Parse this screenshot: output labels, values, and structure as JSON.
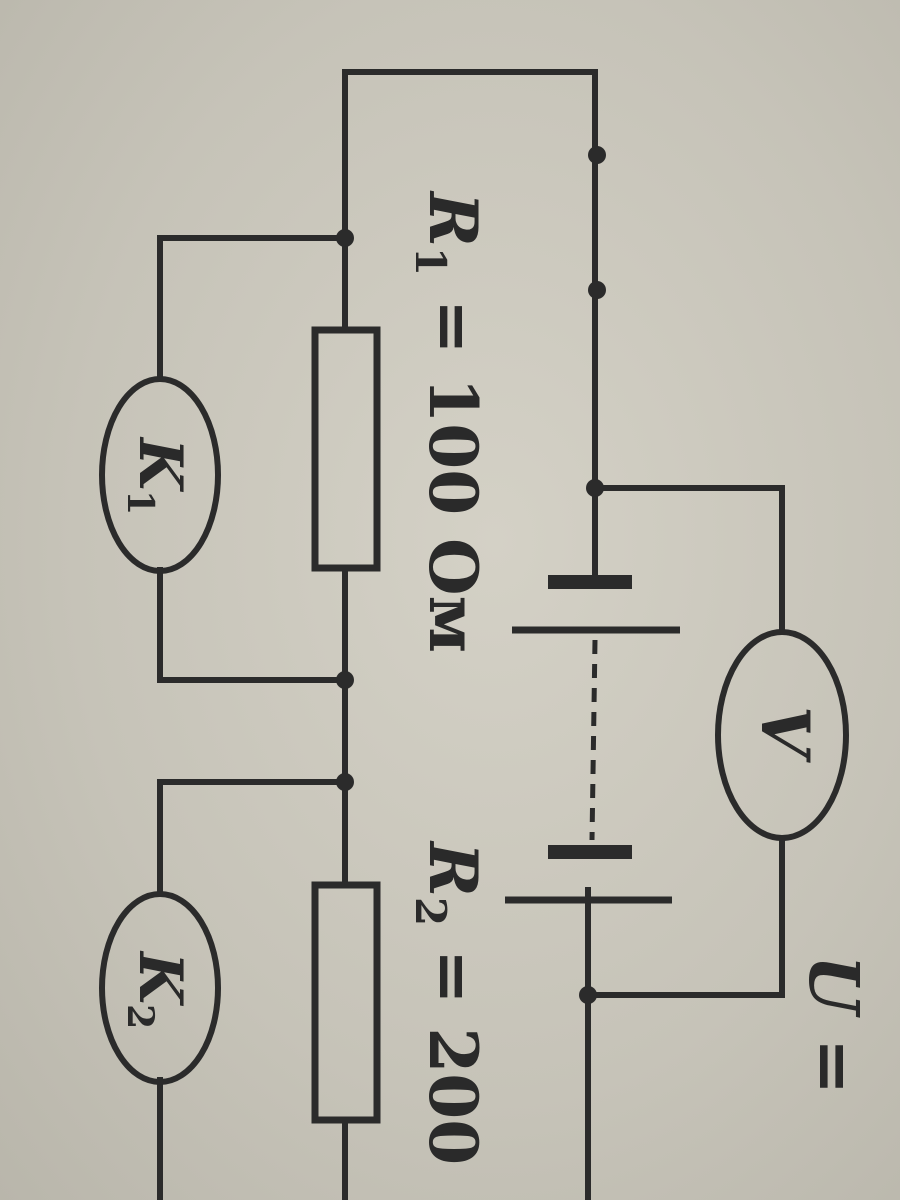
{
  "labels": {
    "r1": {
      "symbol": "R",
      "sub": "1",
      "rest": " = 100 Ом"
    },
    "r2": {
      "symbol": "R",
      "sub": "2",
      "rest": " = 200"
    },
    "k1": {
      "symbol": "K",
      "sub": "1"
    },
    "k2": {
      "symbol": "K",
      "sub": "2"
    },
    "v": {
      "symbol": "V"
    },
    "u": {
      "symbol": "U",
      "rest": " ="
    }
  },
  "colors": {
    "ink": "#2b2b2b",
    "paper": "#cbc8bd"
  }
}
